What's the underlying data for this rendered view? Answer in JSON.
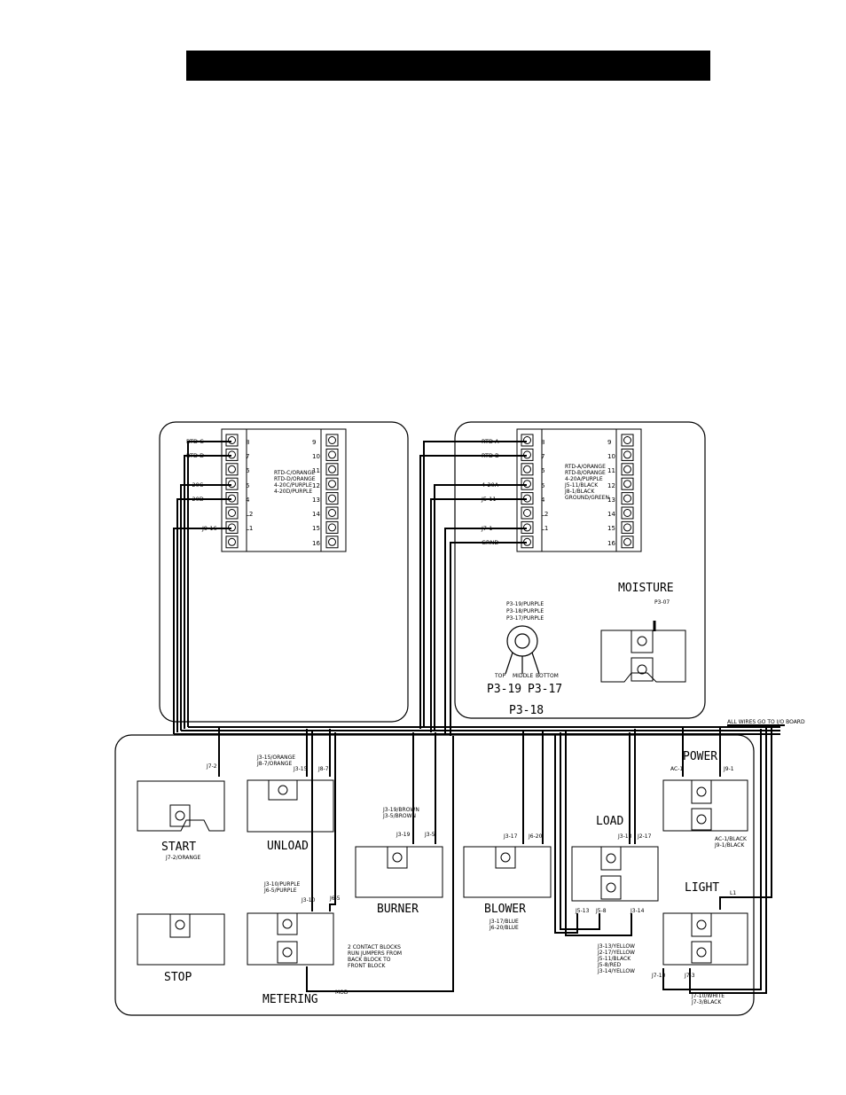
{
  "left_box": {
    "left_labels": [
      "RTD C",
      "RTD D",
      "",
      "4-20C",
      "4-20D",
      "",
      "J9-16",
      ""
    ],
    "left_numbers": [
      "8",
      "7",
      "6",
      "5",
      "4",
      "L2",
      "L1",
      ""
    ],
    "right_numbers": [
      "9",
      "10",
      "11",
      "12",
      "13",
      "14",
      "15",
      "16"
    ],
    "legend": [
      "RTD-C/ORANGE",
      "RTD-D/ORANGE",
      "4-20C/PURPLE",
      "4-20D/PURPLE"
    ]
  },
  "right_box": {
    "left_labels": [
      "RTD A",
      "RTD B",
      "",
      "4-20A",
      "J5-11",
      "",
      "J7-1",
      "GRND"
    ],
    "left_numbers": [
      "8",
      "7",
      "6",
      "5",
      "4",
      "L2",
      "L1",
      ""
    ],
    "right_numbers": [
      "9",
      "10",
      "11",
      "12",
      "13",
      "14",
      "15",
      "16"
    ],
    "legend": [
      "RTD-A/ORANGE",
      "RTD-B/ORANGE",
      "4-20A/PURPLE",
      "J5-11/BLACK",
      "J8-1/BLACK",
      "GROUND/GREEN"
    ],
    "switch": {
      "legend": [
        "P3-19/PURPLE",
        "P3-18/PURPLE",
        "P3-17/PURPLE"
      ],
      "positions": [
        "TOP",
        "MIDDLE",
        "BOTTOM"
      ],
      "p3_19": "P3-19",
      "p3_18": "P3-18",
      "p3_17": "P3-17"
    },
    "moisture": {
      "label": "MOISTURE",
      "term": "P3-07"
    }
  },
  "bottom": {
    "all_wires_note": "ALL WIRES GO TO I/O BOARD",
    "start": {
      "label": "START",
      "term": "J7-2",
      "note": "J7-2/ORANGE"
    },
    "unload": {
      "label": "UNLOAD",
      "term1": "J3-15",
      "term2": "J8-7",
      "note": [
        "J3-15/ORANGE",
        "J8-7/ORANGE"
      ]
    },
    "stop": {
      "label": "STOP"
    },
    "metering": {
      "label": "METERING",
      "term1": "J3-10",
      "term2": "J6-5",
      "mod": "MOD",
      "note": [
        "J3-10/PURPLE",
        "J6-5/PURPLE"
      ],
      "jumper_note": [
        "2 CONTACT BLOCKS",
        "RUN JUMPERS FROM",
        "BACK BLOCK TO",
        "FRONT BLOCK"
      ]
    },
    "burner": {
      "label": "BURNER",
      "term1": "J3-19",
      "term2": "J3-5",
      "note": [
        "J3-19/BROWN",
        "J3-5/BROWN"
      ]
    },
    "blower": {
      "label": "BLOWER",
      "term1": "J3-17",
      "term2": "J6-20",
      "note": [
        "J3-17/BLUE",
        "J6-20/BLUE"
      ]
    },
    "load": {
      "label": "LOAD",
      "term1": "J3-13",
      "term2": "J2-17",
      "term3": "J5-13",
      "term4": "J5-8",
      "term5": "J3-14",
      "note": [
        "J3-13/YELLOW",
        "J2-17/YELLOW",
        "J5-11/BLACK",
        "J5-8/RED",
        "J3-14/YELLOW"
      ]
    },
    "power": {
      "label": "POWER",
      "term1": "AC-1",
      "term2": "J9-1",
      "note": [
        "AC-1/BLACK",
        "J9-1/BLACK"
      ]
    },
    "light": {
      "label": "LIGHT",
      "term1": "L1",
      "term2": "J7-10",
      "term3": "J7-3",
      "note": [
        "J7-10/WHITE",
        "J7-3/BLACK"
      ]
    }
  }
}
